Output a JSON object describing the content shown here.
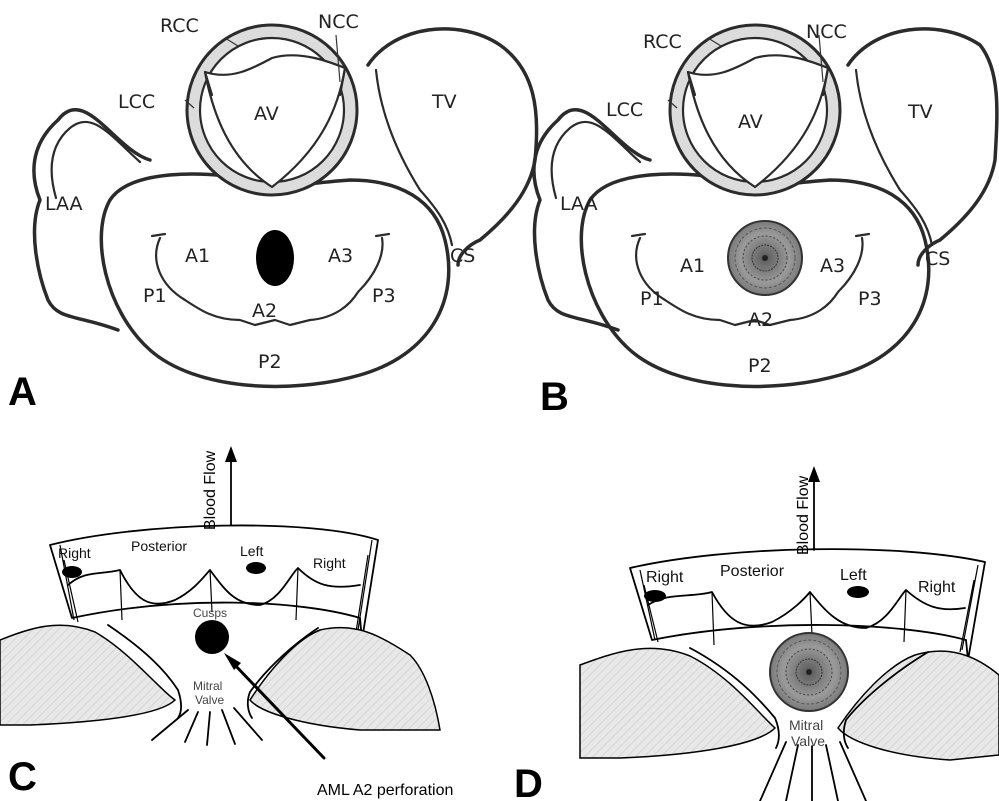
{
  "figure": {
    "panel_letters": {
      "a": "A",
      "b": "B",
      "c": "C",
      "d": "D"
    },
    "top": {
      "labels": {
        "rcc": "RCC",
        "ncc": "NCC",
        "lcc": "LCC",
        "av": "AV",
        "tv": "TV",
        "laa": "LAA",
        "cs": "CS",
        "a1": "A1",
        "a2": "A2",
        "a3": "A3",
        "p1": "P1",
        "p2": "P2",
        "p3": "P3"
      }
    },
    "bottom": {
      "labels": {
        "blood_flow": "Blood Flow",
        "right": "Right",
        "posterior": "Posterior",
        "left": "Left",
        "cusps": "Cusps",
        "mitral_valve_line1": "Mitral",
        "mitral_valve_line2": "Valve"
      },
      "caption": "AML A2 perforation"
    },
    "colors": {
      "perforation": "#000000",
      "occluder_fill": "#8c8c8c",
      "shaded_wall": "#e6e6e6"
    }
  }
}
